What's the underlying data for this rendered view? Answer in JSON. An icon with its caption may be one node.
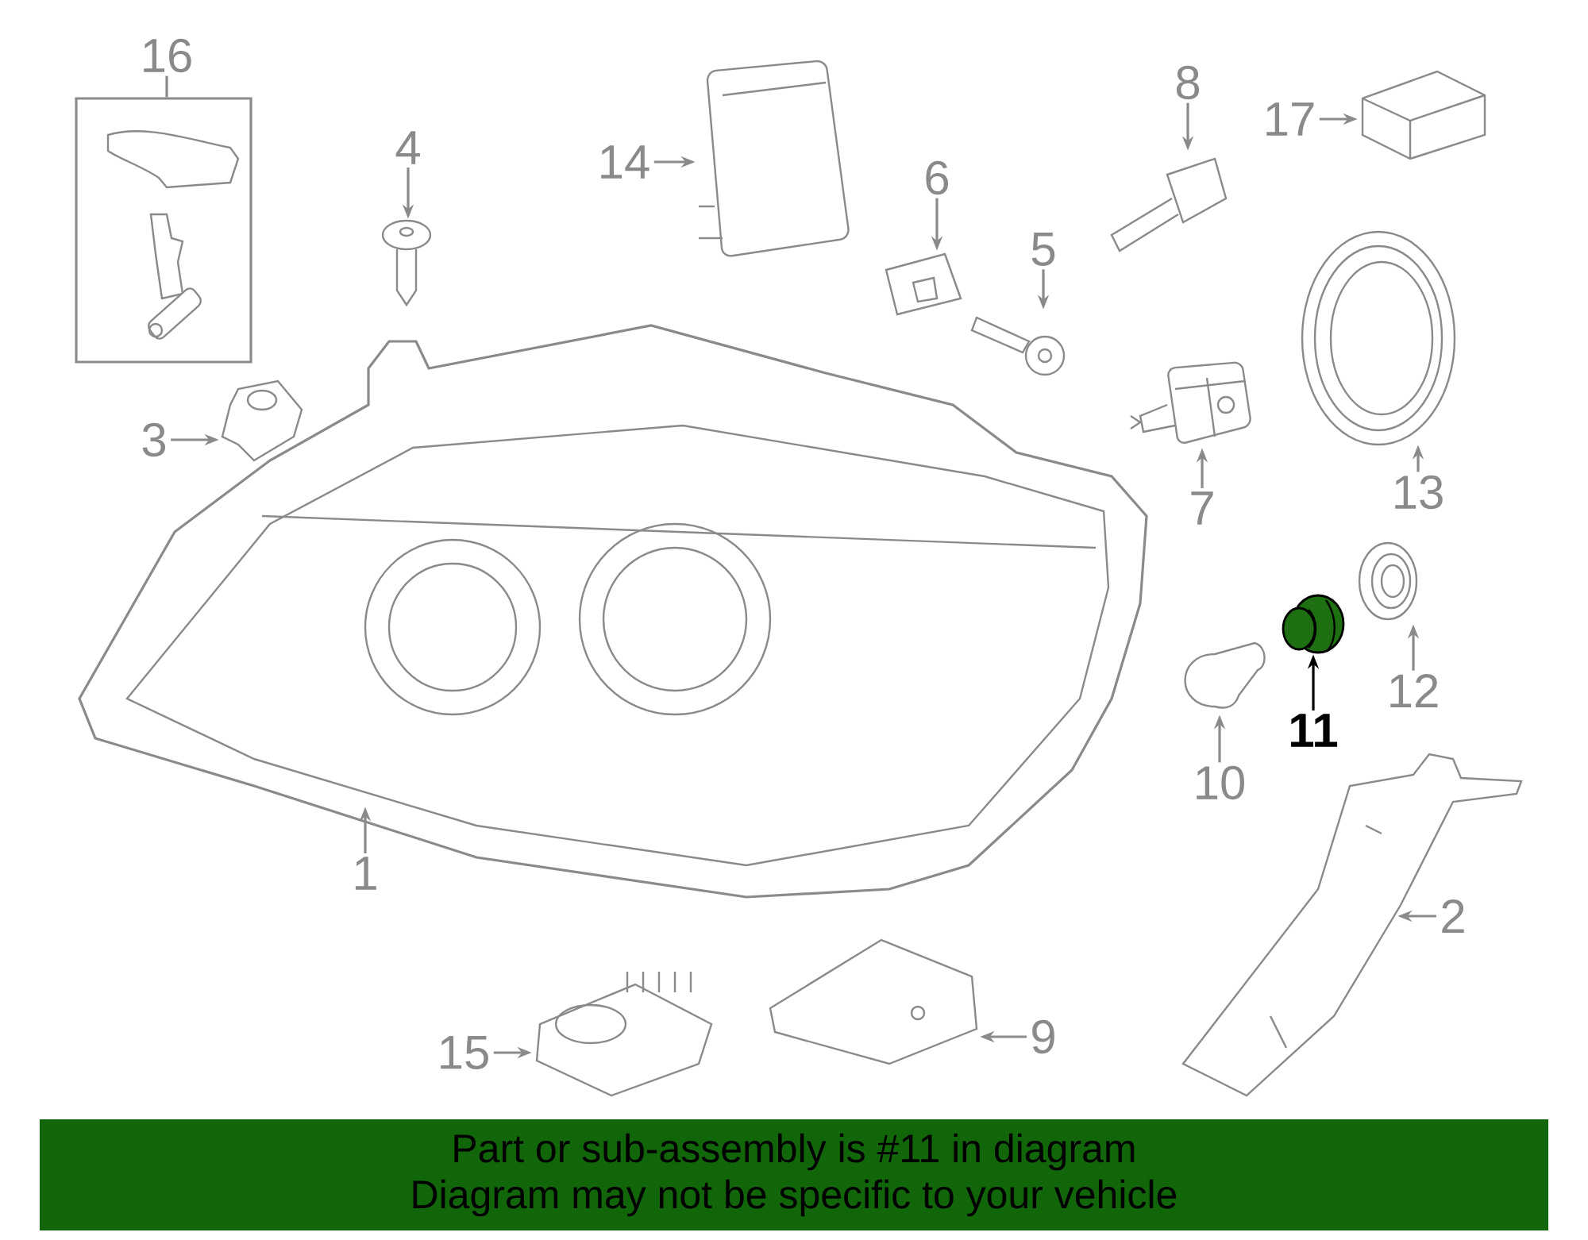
{
  "diagram": {
    "nodes": [
      {
        "text": [
          "16"
        ]
      },
      {
        "text": [],
        "shape": "box"
      },
      {
        "text": [
          "14"
        ]
      },
      {
        "text": [],
        "shape": "picture"
      },
      {
        "text": [
          "4"
        ]
      },
      {
        "text": [],
        "shape": "picture"
      },
      {
        "text": [
          "6"
        ]
      },
      {
        "text": [],
        "shape": "picture"
      },
      {
        "text": [
          "8"
        ]
      },
      {
        "text": [],
        "shape": "picture"
      },
      {
        "text": [
          "17"
        ]
      },
      {
        "text": [],
        "shape": "picture"
      },
      {
        "text": [
          "5"
        ]
      },
      {
        "text": [],
        "shape": "picture"
      },
      {
        "text": [
          "3"
        ]
      },
      {
        "text": [],
        "shape": "picture"
      },
      {
        "text": [
          "13"
        ]
      },
      {
        "text": [],
        "shape": "picture"
      },
      {
        "text": [
          "7"
        ]
      },
      {
        "text": [],
        "shape": "picture"
      },
      {
        "text": [
          "12"
        ]
      },
      {
        "text": [],
        "shape": "picture"
      },
      {
        "text": [
          "11"
        ]
      },
      {
        "text": [],
        "shape": "picture"
      },
      {
        "text": [
          "10"
        ]
      },
      {
        "text": [],
        "shape": "picture"
      },
      {
        "text": [
          "1"
        ]
      },
      {
        "text": [],
        "shape": "picture"
      },
      {
        "text": [
          "2"
        ]
      },
      {
        "text": [],
        "shape": "picture"
      },
      {
        "text": [
          "15"
        ]
      },
      {
        "text": [],
        "shape": "picture"
      },
      {
        "text": [
          "9"
        ]
      },
      {
        "text": [],
        "shape": "picture"
      },
      {
        "text": [
          "Part or sub-assembly is #11 in diagram",
          "Diagram may not be specific to your vehicle"
        ]
      }
    ],
    "edges": [
      {
        "from": 0,
        "to": 1,
        "arrow": "none"
      },
      {
        "from": 2,
        "to": 3,
        "arrow": "to"
      },
      {
        "from": 4,
        "to": 5,
        "arrow": "to"
      },
      {
        "from": 6,
        "to": 7,
        "arrow": "to"
      },
      {
        "from": 8,
        "to": 9,
        "arrow": "to"
      },
      {
        "from": 10,
        "to": 11,
        "arrow": "to"
      },
      {
        "from": 12,
        "to": 13,
        "arrow": "to"
      },
      {
        "from": 14,
        "to": 15,
        "arrow": "to"
      },
      {
        "from": 16,
        "to": 17,
        "arrow": "to"
      },
      {
        "from": 18,
        "to": 19,
        "arrow": "to"
      },
      {
        "from": 20,
        "to": 21,
        "arrow": "to"
      },
      {
        "from": 22,
        "to": 23,
        "arrow": "to",
        "color": "#000000"
      },
      {
        "from": 24,
        "to": 25,
        "arrow": "to"
      },
      {
        "from": 26,
        "to": 27,
        "arrow": "to"
      },
      {
        "from": 28,
        "to": 29,
        "arrow": "to"
      },
      {
        "from": 30,
        "to": 31,
        "arrow": "to"
      },
      {
        "from": 32,
        "to": 33,
        "arrow": "to"
      }
    ]
  }
}
